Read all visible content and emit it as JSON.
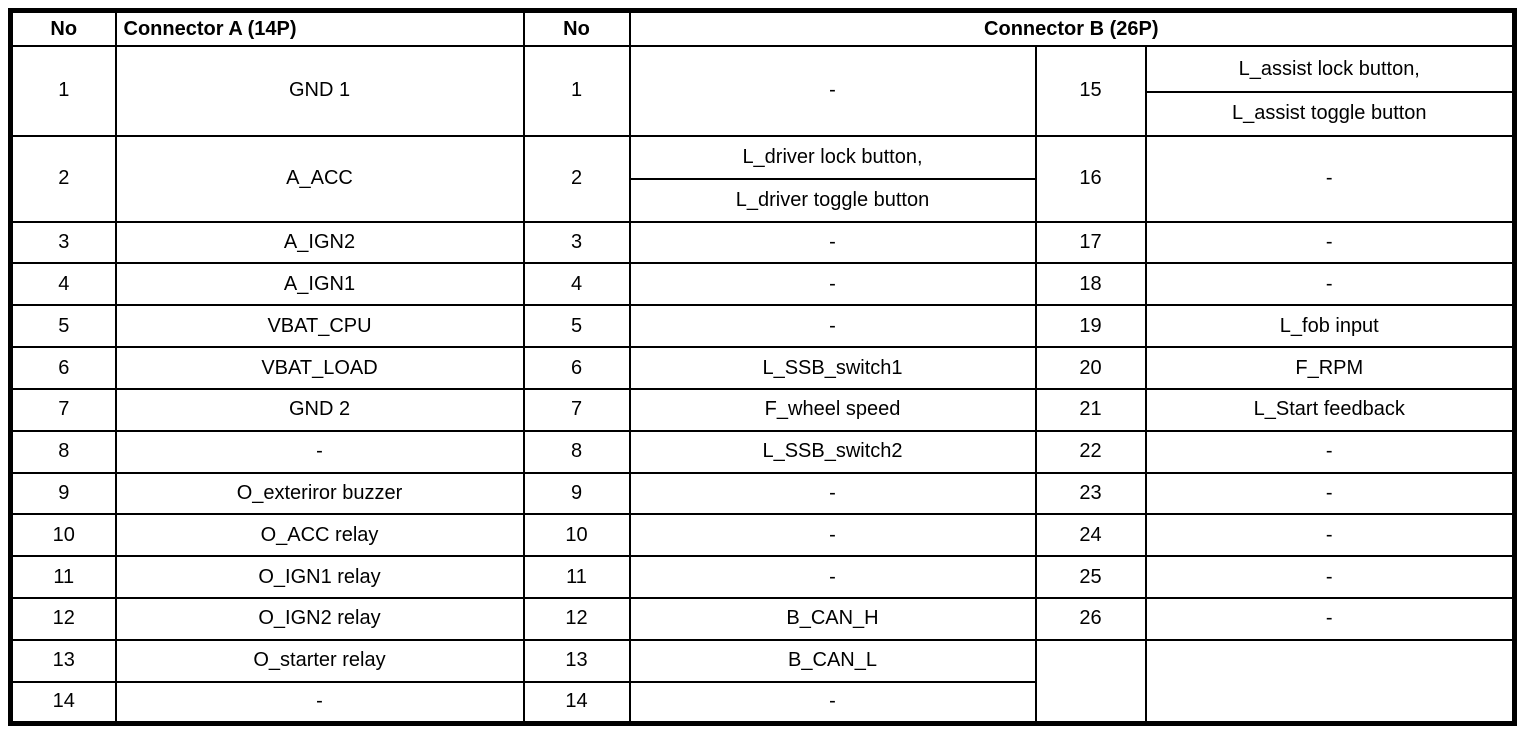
{
  "colors": {
    "text": "#000000",
    "background": "#ffffff",
    "border": "#000000"
  },
  "header": {
    "col_no_a": "No",
    "col_connector_a": "Connector A (14P)",
    "col_no_b": "No",
    "col_connector_b": "Connector B (26P)"
  },
  "connector_a": [
    {
      "no": "1",
      "signal": "GND 1"
    },
    {
      "no": "2",
      "signal": "A_ACC"
    },
    {
      "no": "3",
      "signal": "A_IGN2"
    },
    {
      "no": "4",
      "signal": "A_IGN1"
    },
    {
      "no": "5",
      "signal": "VBAT_CPU"
    },
    {
      "no": "6",
      "signal": "VBAT_LOAD"
    },
    {
      "no": "7",
      "signal": "GND 2"
    },
    {
      "no": "8",
      "signal": "-"
    },
    {
      "no": "9",
      "signal": "O_exteriror buzzer"
    },
    {
      "no": "10",
      "signal": "O_ACC relay"
    },
    {
      "no": "11",
      "signal": "O_IGN1 relay"
    },
    {
      "no": "12",
      "signal": "O_IGN2 relay"
    },
    {
      "no": "13",
      "signal": "O_starter relay"
    },
    {
      "no": "14",
      "signal": "-"
    }
  ],
  "connector_b_left": [
    {
      "no": "1",
      "signal": "-"
    },
    {
      "no": "2",
      "signal_line1": "L_driver lock button,",
      "signal_line2": "L_driver toggle button"
    },
    {
      "no": "3",
      "signal": "-"
    },
    {
      "no": "4",
      "signal": "-"
    },
    {
      "no": "5",
      "signal": "-"
    },
    {
      "no": "6",
      "signal": "L_SSB_switch1"
    },
    {
      "no": "7",
      "signal": "F_wheel speed"
    },
    {
      "no": "8",
      "signal": "L_SSB_switch2"
    },
    {
      "no": "9",
      "signal": "-"
    },
    {
      "no": "10",
      "signal": "-"
    },
    {
      "no": "11",
      "signal": "-"
    },
    {
      "no": "12",
      "signal": "B_CAN_H"
    },
    {
      "no": "13",
      "signal": "B_CAN_L"
    },
    {
      "no": "14",
      "signal": "-"
    }
  ],
  "connector_b_right": [
    {
      "no": "15",
      "signal_line1": "L_assist lock button,",
      "signal_line2": "L_assist toggle button"
    },
    {
      "no": "16",
      "signal": "-"
    },
    {
      "no": "17",
      "signal": "-"
    },
    {
      "no": "18",
      "signal": "-"
    },
    {
      "no": "19",
      "signal": "L_fob input"
    },
    {
      "no": "20",
      "signal": "F_RPM"
    },
    {
      "no": "21",
      "signal": "L_Start feedback"
    },
    {
      "no": "22",
      "signal": "-"
    },
    {
      "no": "23",
      "signal": "-"
    },
    {
      "no": "24",
      "signal": "-"
    },
    {
      "no": "25",
      "signal": "-"
    },
    {
      "no": "26",
      "signal": "-"
    }
  ]
}
